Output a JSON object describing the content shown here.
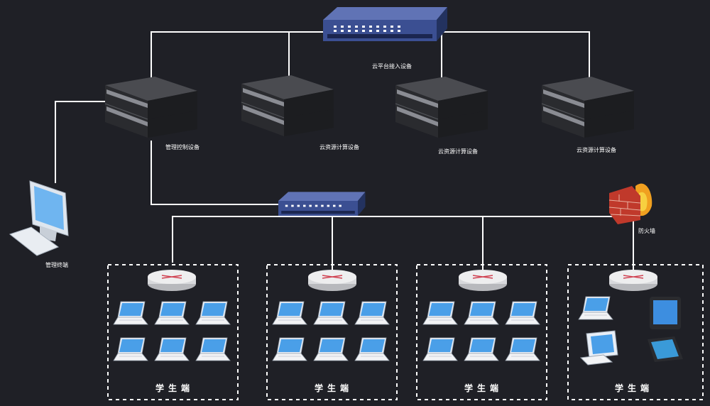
{
  "diagram": {
    "background": "#1f2026",
    "line_color": "#ffffff",
    "switch_color": "#3b4f92",
    "server_color": "#3a3b40",
    "labels": {
      "cloud_access": "云平台接入设备",
      "mgmt_control": "管理控制设备",
      "compute1": "云资源计算设备",
      "compute2": "云资源计算设备",
      "compute3": "云资源计算设备",
      "mgmt_terminal": "管理终端",
      "firewall": "防火墙"
    },
    "groups": [
      {
        "label": "学生端",
        "device": "laptops"
      },
      {
        "label": "学生端",
        "device": "laptops"
      },
      {
        "label": "学生端",
        "device": "laptops"
      },
      {
        "label": "学生端",
        "device": "mixed"
      }
    ]
  }
}
